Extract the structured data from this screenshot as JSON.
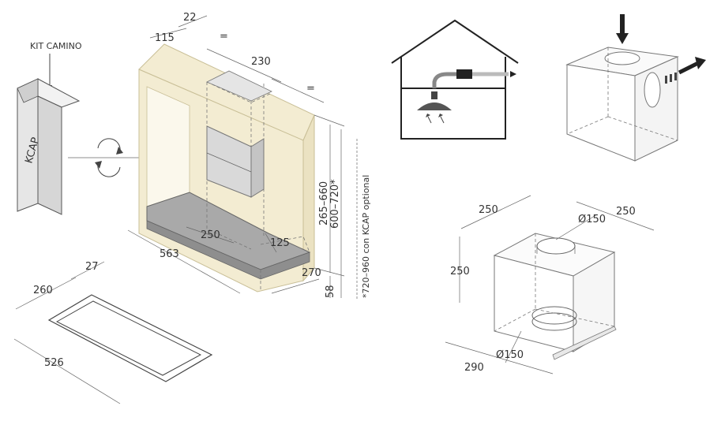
{
  "labels": {
    "kit_camino": "KIT CAMINO",
    "kcap": "KCAP"
  },
  "main_unit": {
    "d115": "115",
    "d22": "22",
    "eq_top": "=",
    "d230": "230",
    "eq_right": "=",
    "d265_660": "265–660",
    "d600_720": "600–720*",
    "d720_960": "*720–960 con KCAP optional",
    "d250": "250",
    "d125": "125",
    "d563": "563",
    "d270": "270",
    "d58": "58"
  },
  "cutout": {
    "d27": "27",
    "d260": "260",
    "d526": "526"
  },
  "box": {
    "d250_left": "250",
    "d250_right": "250",
    "d250_height": "250",
    "d150_top": "Ø150",
    "d150_bottom": "Ø150",
    "d290": "290"
  },
  "colors": {
    "cabinet": "#f3ecd2",
    "cabinet_edge": "#c9bf97",
    "hood_dark": "#a9a9a9",
    "hood_light": "#d9d9d9"
  }
}
